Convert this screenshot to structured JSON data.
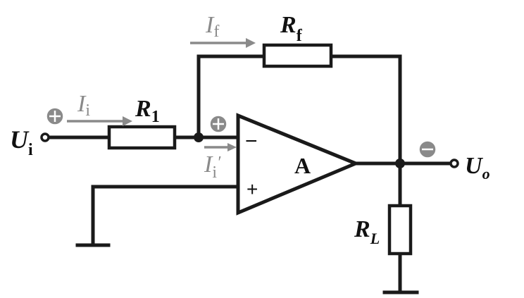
{
  "circuit": {
    "input_voltage": {
      "main": "U",
      "sub": "i"
    },
    "output_voltage": {
      "main": "U",
      "sub": "o"
    },
    "input_resistor": {
      "main": "R",
      "sub": "1"
    },
    "feedback_resistor": {
      "main": "R",
      "sub": "f"
    },
    "load_resistor": {
      "main": "R",
      "sub": "L"
    },
    "input_current": {
      "main": "I",
      "sub": "i"
    },
    "feedback_current": {
      "main": "I",
      "sub": "f"
    },
    "inverting_input_current": {
      "main": "I",
      "sub": "i",
      "prime": "′"
    },
    "amplifier_label": "A",
    "inverting_pin": "−",
    "noninverting_pin": "+"
  },
  "colors": {
    "wire": "#1a1a1a",
    "annotation": "#8a8a8a"
  },
  "polarity": {
    "input": "positive",
    "inverting_node": "positive",
    "output": "negative"
  }
}
